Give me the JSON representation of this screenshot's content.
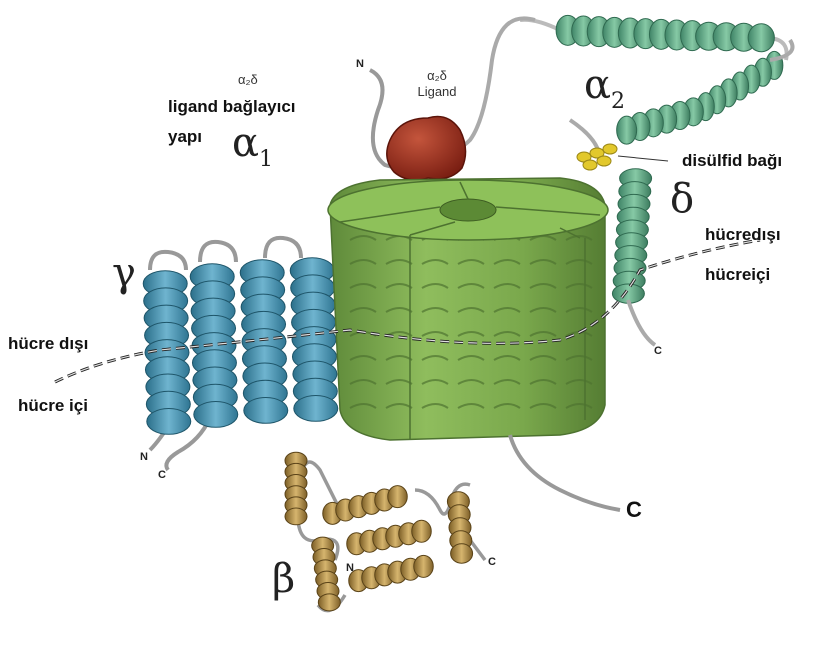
{
  "diagram": {
    "labels": {
      "alpha2delta_small": "α₂δ",
      "ligand_binding": "ligand bağlayıcı",
      "structure": "yapı",
      "alpha2delta_ligand_symbol": "α₂δ",
      "ligand": "Ligand",
      "alpha2": "α",
      "alpha2_sub": "2",
      "alpha1": "α",
      "alpha1_sub": "1",
      "disulfide": "disülfid bağı",
      "delta": "δ",
      "extracellular_right": "hücredışı",
      "intracellular_right": "hücreiçi",
      "gamma": "γ",
      "extracellular_left": "hücre dışı",
      "intracellular_left": "hücre içi",
      "beta": "β"
    },
    "termini": {
      "alpha2_n": "N",
      "delta_c": "C",
      "gamma_n": "N",
      "gamma_c": "C",
      "alpha1_c": "C",
      "beta_n": "N",
      "beta_c": "C"
    },
    "colors": {
      "alpha1": "#7da652",
      "alpha2": "#5fa684",
      "gamma": "#3f8aa6",
      "beta": "#b08c45",
      "ligand": "#9b2c1c",
      "disulfide": "#e2c82c",
      "membrane": "#222222"
    }
  }
}
